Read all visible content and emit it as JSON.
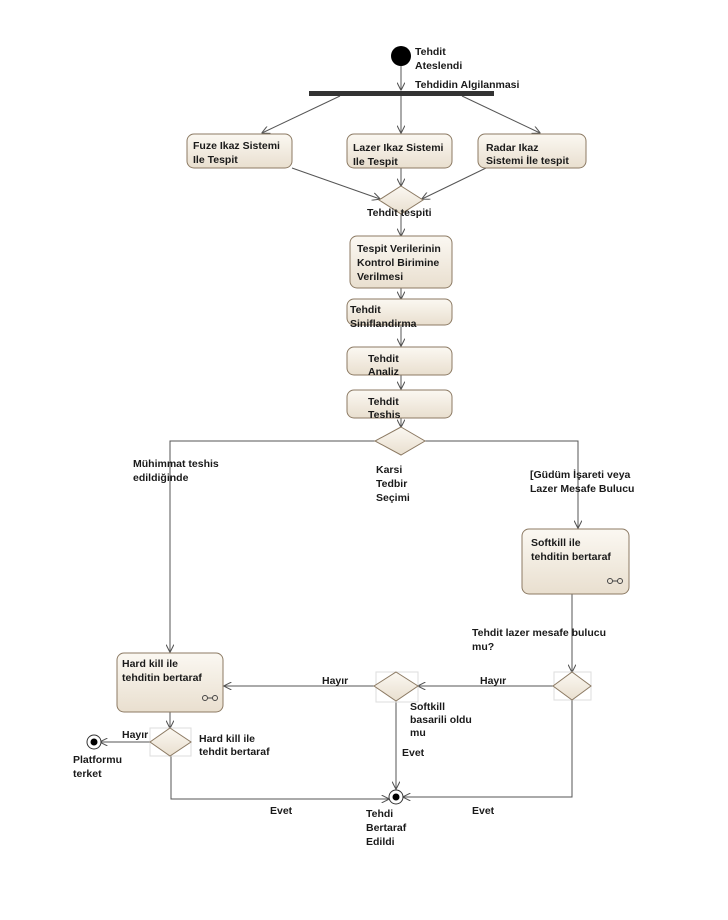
{
  "colors": {
    "node_fill_top": "#fbf8f2",
    "node_fill_bottom": "#e9dfcf",
    "node_border": "#8c7a63",
    "edge": "#555555",
    "text": "#1a1a1a"
  },
  "start_label": [
    "Tehdit",
    "Ateslendi"
  ],
  "fork_label": "Tehdidin Algilanmasi",
  "activities": {
    "fuze": [
      "Fuze Ikaz Sistemi",
      "Ile Tespit"
    ],
    "lazer": [
      "Lazer Ikaz Sistemi",
      "Ile Tespit"
    ],
    "radar": [
      "Radar Ikaz",
      "Sistemi İle tespit"
    ],
    "kontrol": [
      "Tespit Verilerinin",
      "Kontrol Birimine",
      "Verilmesi"
    ],
    "sinif": [
      "Tehdit",
      "Siniflandirma"
    ],
    "analiz": [
      "Tehdit",
      "Analiz"
    ],
    "teshis": [
      "Tehdit",
      "Teshis"
    ],
    "softkill": [
      "Softkill ile",
      "tehditin bertaraf"
    ],
    "hardkill": [
      "Hard kill ile",
      "tehditin bertaraf"
    ]
  },
  "decisions": {
    "merge": [
      "Tehdit tespiti"
    ],
    "karsi": [
      "Karsi",
      "Tedbir",
      "Seçimi"
    ],
    "soft_basari": [
      "Softkill",
      "basarili oldu",
      "mu"
    ],
    "lazer_q": [
      "Tehdit lazer mesafe bulucu",
      "mu?"
    ],
    "hard_q": [
      "Hard kill ile",
      "tehdit  bertaraf"
    ]
  },
  "guards": {
    "muhimmat": [
      "Mühimmat teshis",
      "edildiğinde"
    ],
    "gudum": [
      "[Güdüm İşareti veya",
      "Lazer Mesafe Bulucu"
    ],
    "hayir_1": "Hayır",
    "hayir_2": "Hayır",
    "hayir_3": "Hayır",
    "evet_1": "Evet",
    "evet_2": "Evet",
    "evet_3": "Evet"
  },
  "finals": {
    "platform": [
      "Platformu",
      "terket"
    ],
    "bertaraf": [
      "Tehdi",
      "Bertaraf",
      "Edildi"
    ]
  }
}
